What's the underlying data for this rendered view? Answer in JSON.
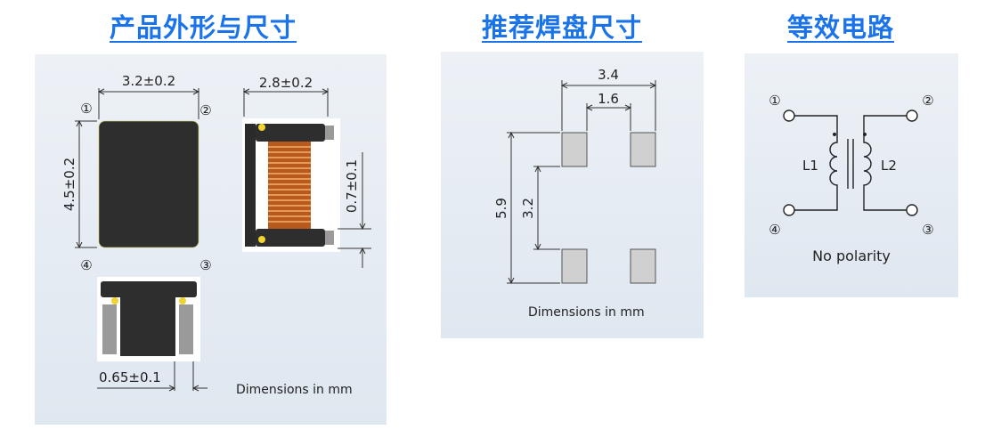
{
  "titles": {
    "outline": "产品外形与尺寸",
    "land": "推荐焊盘尺寸",
    "circuit": "等效电路"
  },
  "outline": {
    "width": "3.2±0.2",
    "length": "4.5±0.2",
    "side_width": "2.8±0.2",
    "height": "0.7±0.1",
    "terminal": "0.65±0.1",
    "pin1": "①",
    "pin2": "②",
    "pin3": "③",
    "pin4": "④",
    "units_note": "Dimensions in mm"
  },
  "land": {
    "outer_width": "3.4",
    "inner_width": "1.6",
    "outer_height": "5.9",
    "inner_height": "3.2",
    "units_note": "Dimensions in mm"
  },
  "circuit": {
    "pin1": "①",
    "pin2": "②",
    "pin3": "③",
    "pin4": "④",
    "coil1": "L1",
    "coil2": "L2",
    "dot1": "•",
    "dot2": "•",
    "polarity": "No polarity"
  },
  "colors": {
    "title": "#1a73e8",
    "component_body": "#2e2e2e",
    "winding": "#c8682a",
    "pad": "#d0d0d0"
  }
}
